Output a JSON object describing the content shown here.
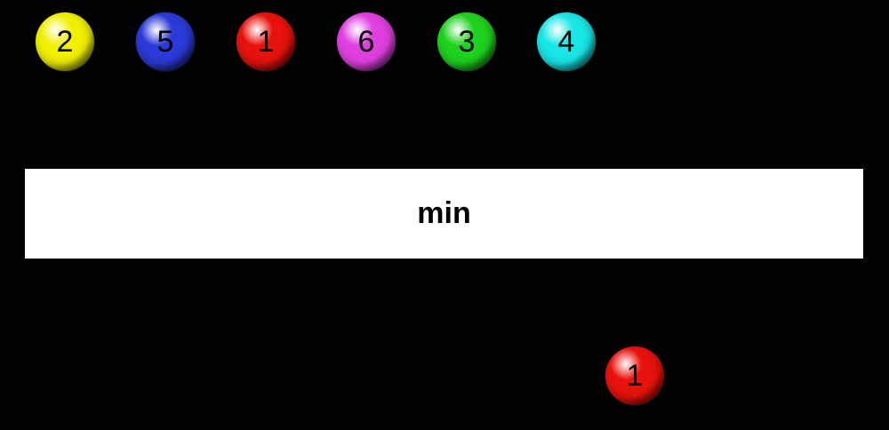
{
  "input_stream": [
    {
      "label": "2",
      "color": "#f0f000"
    },
    {
      "label": "5",
      "color": "#2a3bd9"
    },
    {
      "label": "1",
      "color": "#e8120c"
    },
    {
      "label": "6",
      "color": "#e040e0"
    },
    {
      "label": "3",
      "color": "#1fd11f"
    },
    {
      "label": "4",
      "color": "#19e6e6"
    }
  ],
  "operator": {
    "label": "min"
  },
  "output_stream": [
    {
      "label": "1",
      "color": "#e8120c"
    }
  ]
}
